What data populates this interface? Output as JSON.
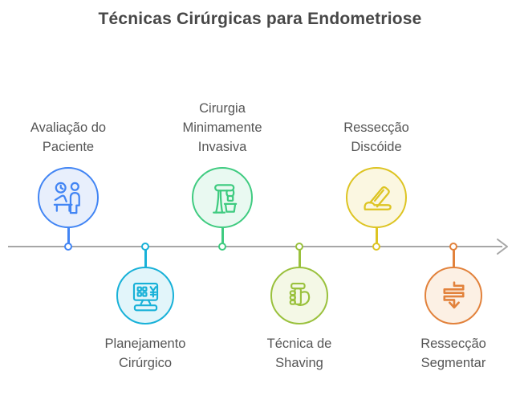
{
  "title": "Técnicas Cirúrgicas para Endometriose",
  "title_color": "#474747",
  "text_color": "#555555",
  "timeline": {
    "line_color": "#a6a6a6",
    "direction": "left-to-right-arrow"
  },
  "nodes": [
    {
      "label": "Avaliação do\nPaciente",
      "side": "above",
      "icon": "patient-evaluation-icon",
      "color": "#4285f4",
      "fill": "#e8effc"
    },
    {
      "label": "Planejamento\nCirúrgico",
      "side": "below",
      "icon": "surgical-planning-monitor-icon",
      "color": "#18b1d8",
      "fill": "#e2f5fa"
    },
    {
      "label": "Cirurgia\nMinimamente\nInvasiva",
      "side": "above",
      "icon": "robotic-surgery-icon",
      "color": "#3fcb80",
      "fill": "#e9f9f1"
    },
    {
      "label": "Técnica de\nShaving",
      "side": "below",
      "icon": "hand-holding-tool-icon",
      "color": "#9ac13d",
      "fill": "#f4f8e6"
    },
    {
      "label": "Ressecção\nDiscóide",
      "side": "above",
      "icon": "surgical-stapler-icon",
      "color": "#ddc422",
      "fill": "#fbf7e1"
    },
    {
      "label": "Ressecção\nSegmentar",
      "side": "below",
      "icon": "segmented-arrow-down-icon",
      "color": "#e2823c",
      "fill": "#fcf0e4"
    }
  ]
}
